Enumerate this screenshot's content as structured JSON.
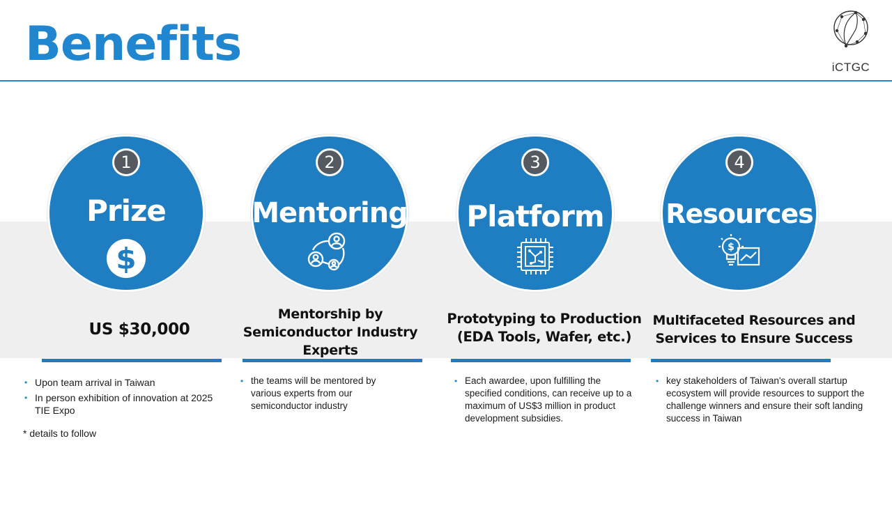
{
  "header": {
    "title": "Benefits",
    "logo_text": "iCTGC",
    "accent_color": "#1f86cf"
  },
  "benefits": [
    {
      "number": "1",
      "label": "Prize",
      "icon": "dollar-coin-icon",
      "heading_lines": [
        "US $30,000"
      ],
      "bullets": [
        "Upon team arrival in Taiwan",
        "In person exhibition of innovation at 2025 TIE Expo"
      ],
      "note": "* details to follow"
    },
    {
      "number": "2",
      "label": "Mentoring",
      "icon": "people-network-icon",
      "heading_lines": [
        "Mentorship by",
        "Semiconductor Industry",
        "Experts"
      ],
      "bullets": [
        "the teams will be mentored by various experts from our semiconductor industry"
      ]
    },
    {
      "number": "3",
      "label": "Platform",
      "icon": "chip-icon",
      "heading_lines": [
        "Prototyping to Production",
        "(EDA Tools, Wafer, etc.)"
      ],
      "bullets": [
        "Each awardee, upon fulfilling the specified conditions, can receive up to a maximum of US$3 million in product development subsidies."
      ]
    },
    {
      "number": "4",
      "label": "Resources",
      "icon": "lightbulb-growth-icon",
      "heading_lines": [
        "Multifaceted Resources and",
        "Services to Ensure Success"
      ],
      "bullets": [
        "key stakeholders of Taiwan's overall startup ecosystem will provide resources to support the challenge winners and ensure their soft landing success in Taiwan"
      ]
    }
  ]
}
